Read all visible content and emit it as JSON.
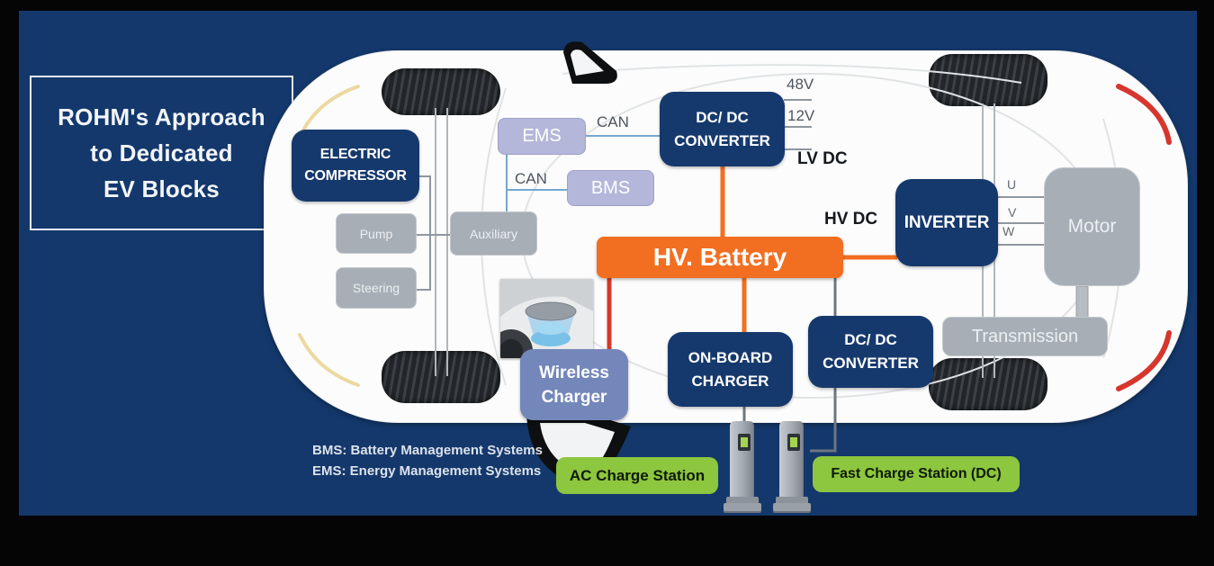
{
  "title": {
    "text": "ROHM's Approach\nto Dedicated\nEV Blocks"
  },
  "legend": {
    "bms": "BMS: Battery Management Systems",
    "ems": "EMS: Energy Management Systems"
  },
  "labels": {
    "can_top": "CAN",
    "can_mid": "CAN",
    "v48": "48V",
    "v12": "12V",
    "lv_dc": "LV DC",
    "hv_dc": "HV DC",
    "u": "U",
    "v": "V",
    "w": "W"
  },
  "blocks": {
    "electric_compressor": {
      "label": "ELECTRIC\nCOMPRESSOR",
      "color": "#16396d"
    },
    "pump": {
      "label": "Pump",
      "color": "#a7aeb6"
    },
    "steering": {
      "label": "Steering",
      "color": "#a7aeb6"
    },
    "auxiliary": {
      "label": "Auxiliary",
      "color": "#a7aeb6"
    },
    "ems": {
      "label": "EMS",
      "color": "#b4b7da"
    },
    "bms": {
      "label": "BMS",
      "color": "#b4b7da"
    },
    "dcdc_converter_top": {
      "label": "DC/ DC\nCONVERTER",
      "color": "#16396d"
    },
    "hv_battery": {
      "label": "HV. Battery",
      "color": "#f26f21"
    },
    "inverter": {
      "label": "INVERTER",
      "color": "#16396d"
    },
    "motor": {
      "label": "Motor",
      "color": "#a9b2bb"
    },
    "transmission": {
      "label": "Transmission",
      "color": "#a9b2bb"
    },
    "dcdc_converter_bottom": {
      "label": "DC/ DC\nCONVERTER",
      "color": "#16396d"
    },
    "onboard_charger": {
      "label": "ON-BOARD\nCHARGER",
      "color": "#16396d"
    },
    "wireless_charger": {
      "label": "Wireless\nCharger",
      "color": "#7487ba"
    },
    "ac_charge_station": {
      "label": "AC Charge Station",
      "color": "#8dc63f"
    },
    "fast_charge_station": {
      "label": "Fast Charge Station (DC)",
      "color": "#8dc63f"
    }
  },
  "connections": [
    {
      "from": "EMS",
      "to": "DC/DC CONVERTER (top)",
      "label": "CAN",
      "color": "#74a8cd"
    },
    {
      "from": "EMS",
      "to": "BMS",
      "label": "CAN",
      "color": "#74a8cd"
    },
    {
      "from": "EMS",
      "to": "Auxiliary",
      "label": "",
      "color": "#74a8cd"
    },
    {
      "from": "DC/DC CONVERTER (top)",
      "to": "48V output",
      "label": "48V",
      "color": "#8e979f"
    },
    {
      "from": "DC/DC CONVERTER (top)",
      "to": "12V output",
      "label": "12V",
      "color": "#8e979f"
    },
    {
      "from": "DC/DC CONVERTER (top)",
      "to": "LV DC output",
      "label": "LV DC",
      "color": "#8e979f"
    },
    {
      "from": "DC/DC CONVERTER (top)",
      "to": "HV. Battery",
      "label": "",
      "color": "#f26f21"
    },
    {
      "from": "HV. Battery",
      "to": "INVERTER",
      "label": "HV DC",
      "color": "#f26f21"
    },
    {
      "from": "HV. Battery",
      "to": "ON-BOARD CHARGER",
      "label": "",
      "color": "#f26f21"
    },
    {
      "from": "HV. Battery",
      "to": "Wireless Charger",
      "label": "",
      "color": "#d6382c"
    },
    {
      "from": "HV. Battery",
      "to": "DC/DC CONVERTER (bottom)",
      "label": "",
      "color": "#6e7681"
    },
    {
      "from": "INVERTER",
      "to": "Motor",
      "label": "U / V / W",
      "color": "#8e979f"
    },
    {
      "from": "Motor",
      "to": "Transmission",
      "label": "",
      "color": "#b6bcc2"
    },
    {
      "from": "ELECTRIC COMPRESSOR",
      "to": "Pump / Steering",
      "label": "",
      "color": "#8e979f"
    },
    {
      "from": "Pump",
      "to": "Auxiliary",
      "label": "",
      "color": "#8e979f"
    },
    {
      "from": "ON-BOARD CHARGER",
      "to": "AC Charge Station",
      "label": "",
      "color": "#6e7681"
    },
    {
      "from": "DC/DC CONVERTER (bottom)",
      "to": "Fast Charge Station (DC)",
      "label": "",
      "color": "#6e7681"
    }
  ],
  "colors": {
    "background_navy": "#14386c",
    "frame_black": "#050505",
    "block_navy": "#16396d",
    "block_orange": "#f26f21",
    "block_lavender": "#b4b7da",
    "block_gray": "#a7aeb6",
    "block_steel_blue": "#7487ba",
    "station_green": "#8dc63f",
    "line_red": "#d6382c",
    "line_blue": "#74a8cd"
  }
}
